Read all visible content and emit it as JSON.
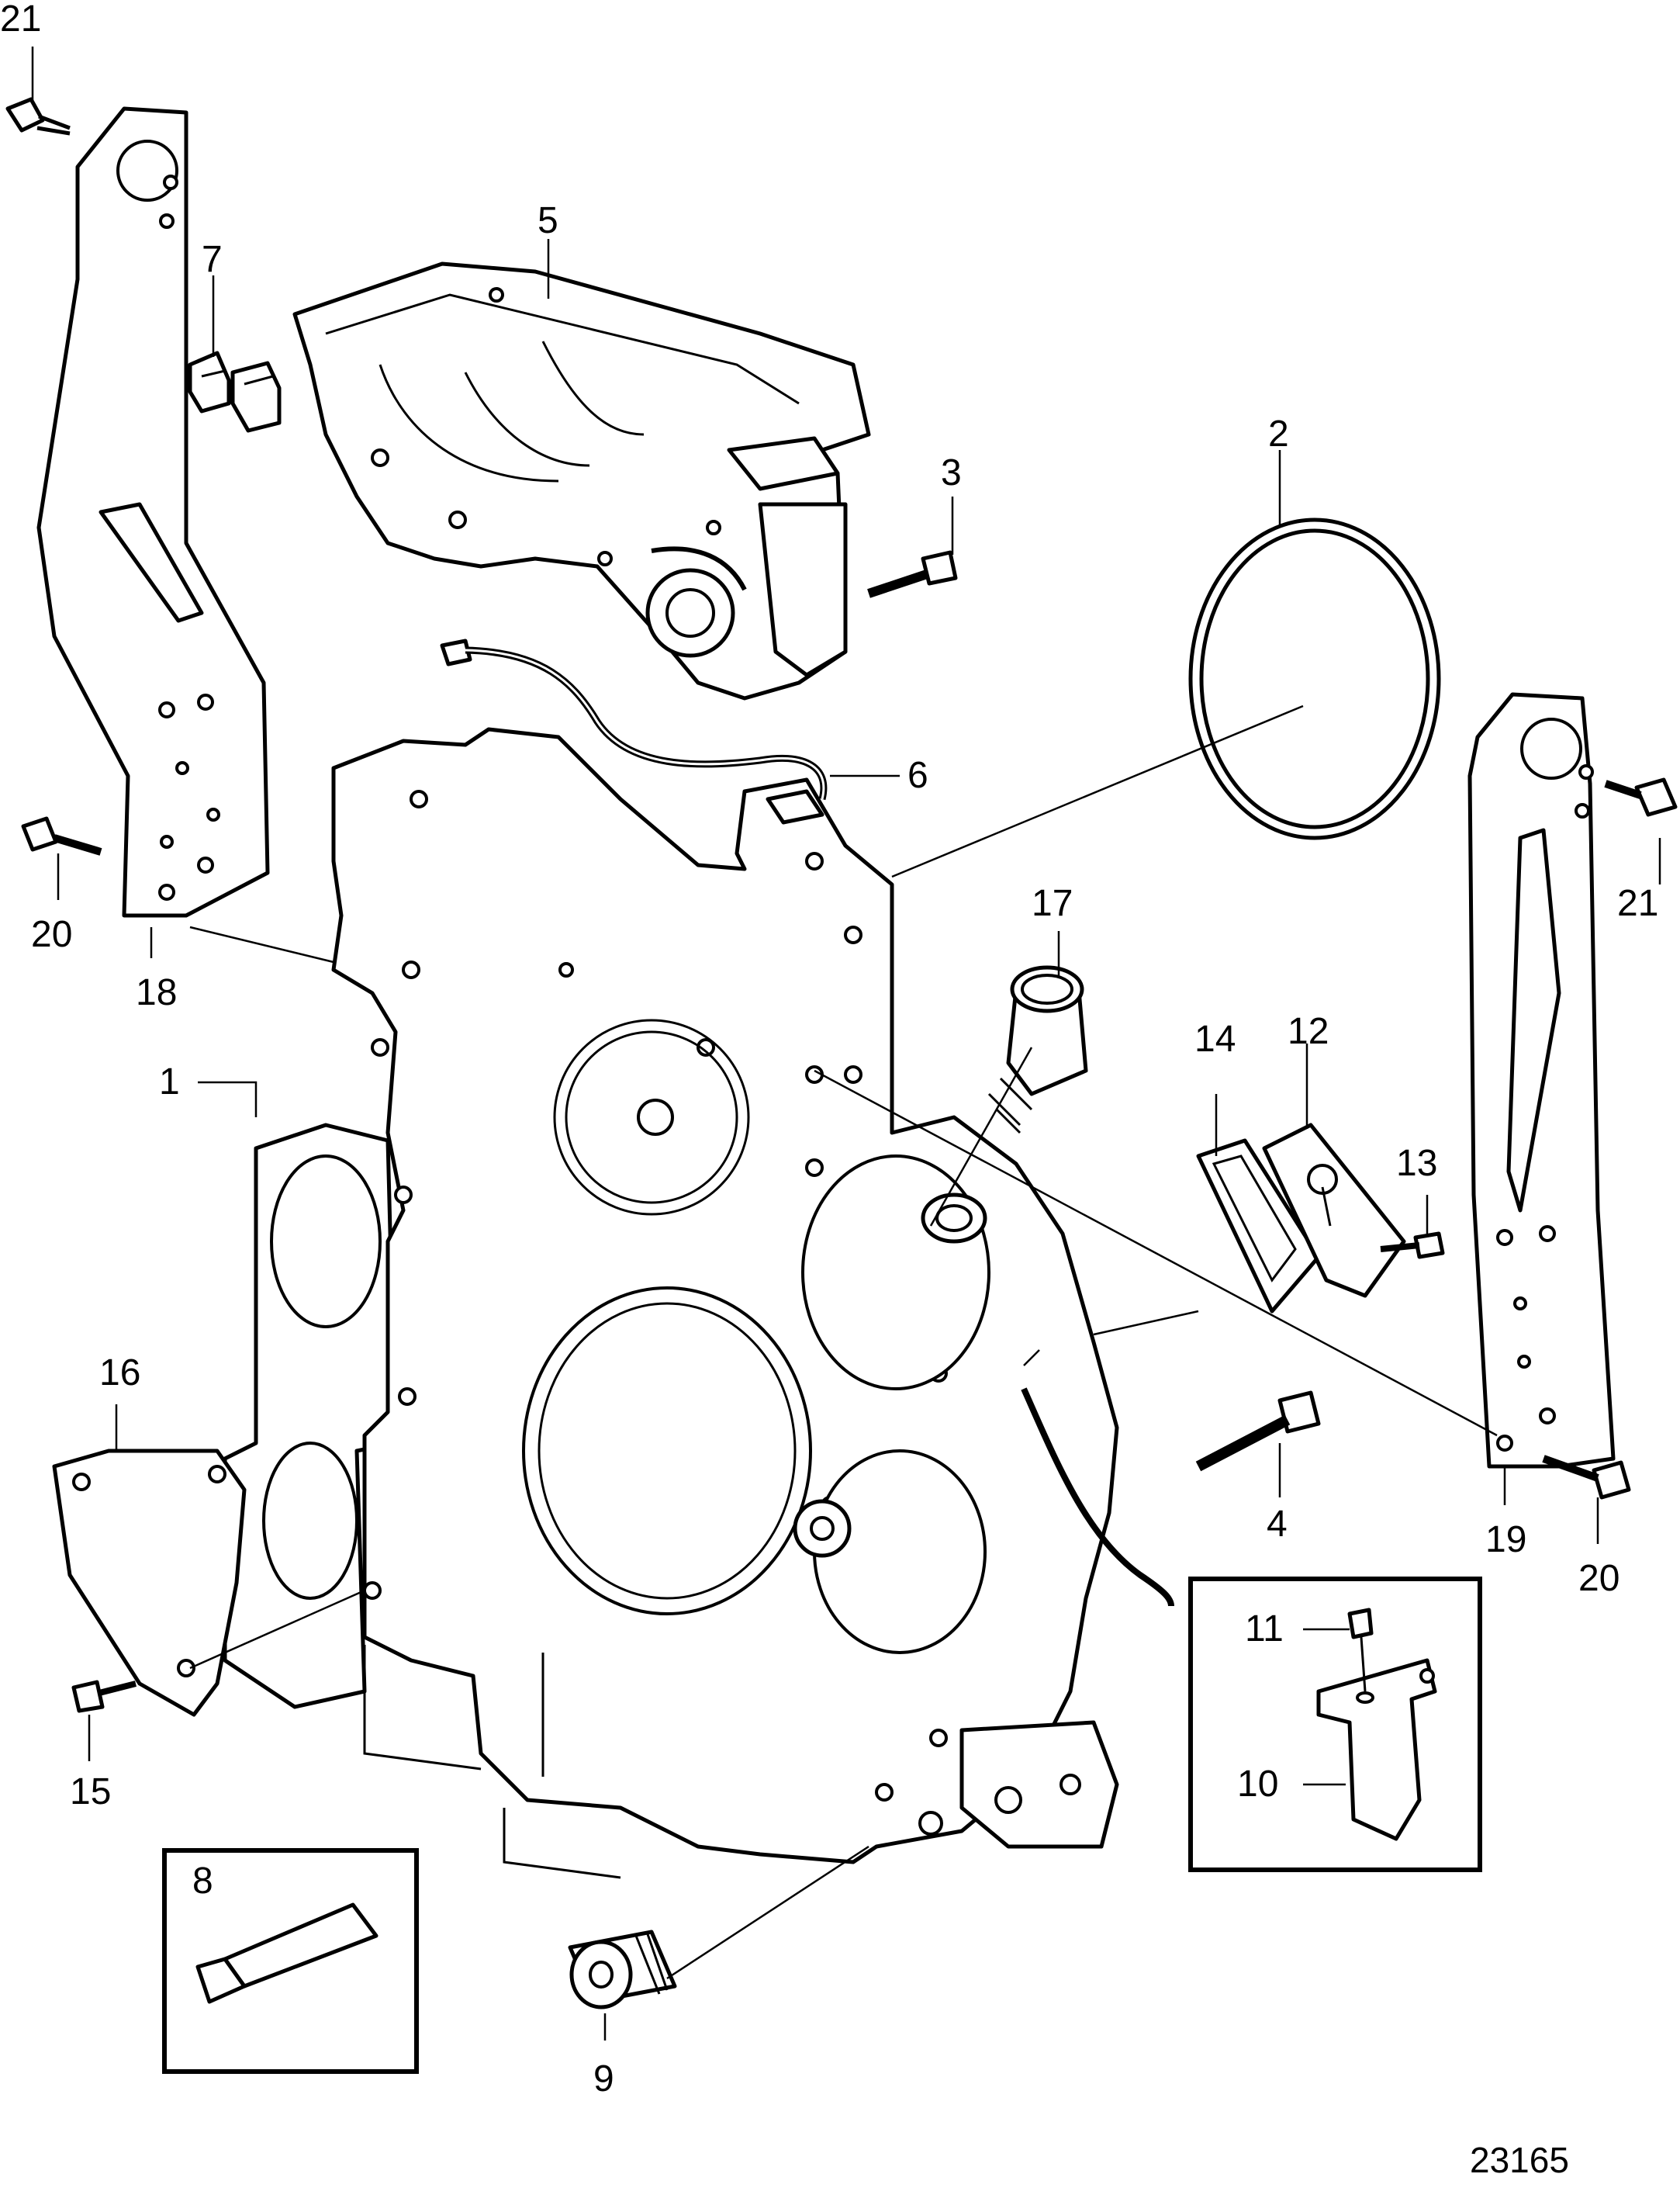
{
  "figure_number": "23165",
  "callouts": {
    "c1": "1",
    "c2": "2",
    "c3": "3",
    "c4": "4",
    "c5": "5",
    "c6": "6",
    "c7": "7",
    "c8": "8",
    "c9": "9",
    "c10": "10",
    "c11": "11",
    "c12": "12",
    "c13": "13",
    "c14": "14",
    "c15": "15",
    "c16": "16",
    "c17": "17",
    "c18": "18",
    "c19": "19",
    "c20a": "20",
    "c20b": "20",
    "c21a": "21",
    "c21b": "21"
  }
}
